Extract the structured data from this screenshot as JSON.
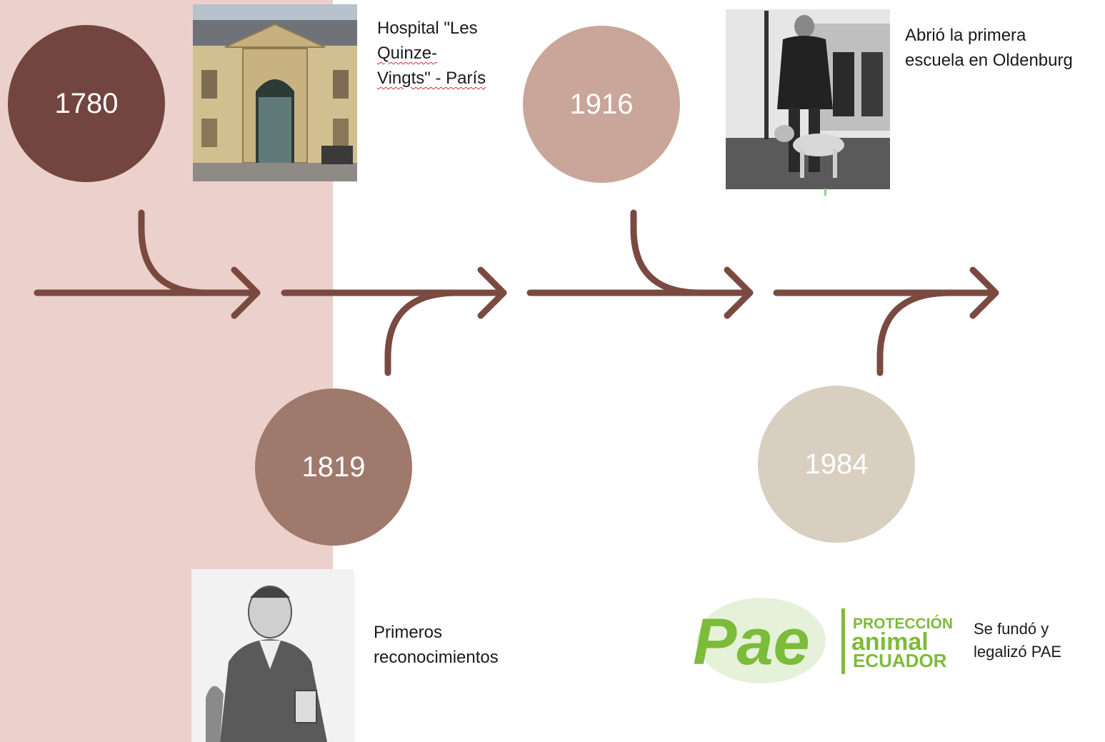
{
  "colors": {
    "band": "#ebd0cb",
    "arrow": "#7a4a40",
    "logo_green": "#7dbb3a"
  },
  "events": [
    {
      "year": "1780",
      "color": "#734540",
      "label_lines": [
        "Hospital \"Les",
        "Quinze-",
        "Vingts\" - París"
      ],
      "image": "building-photo"
    },
    {
      "year": "1819",
      "color": "#a0796d",
      "label_lines": [
        "Primeros",
        "reconocimientos"
      ],
      "image": "portrait-engraving"
    },
    {
      "year": "1916",
      "color": "#c9a699",
      "label_lines": [
        "Abrió la primera",
        "escuela en Oldenburg"
      ],
      "image": "guide-dog-photo"
    },
    {
      "year": "1984",
      "color": "#d9cfc1",
      "label_lines": [
        "Se fundó y",
        "legalizó PAE"
      ],
      "image": "pae-logo"
    }
  ],
  "logo": {
    "wordmark": "Pae",
    "lines": [
      "PROTECCIÓN",
      "animal",
      "ECUADOR"
    ]
  }
}
